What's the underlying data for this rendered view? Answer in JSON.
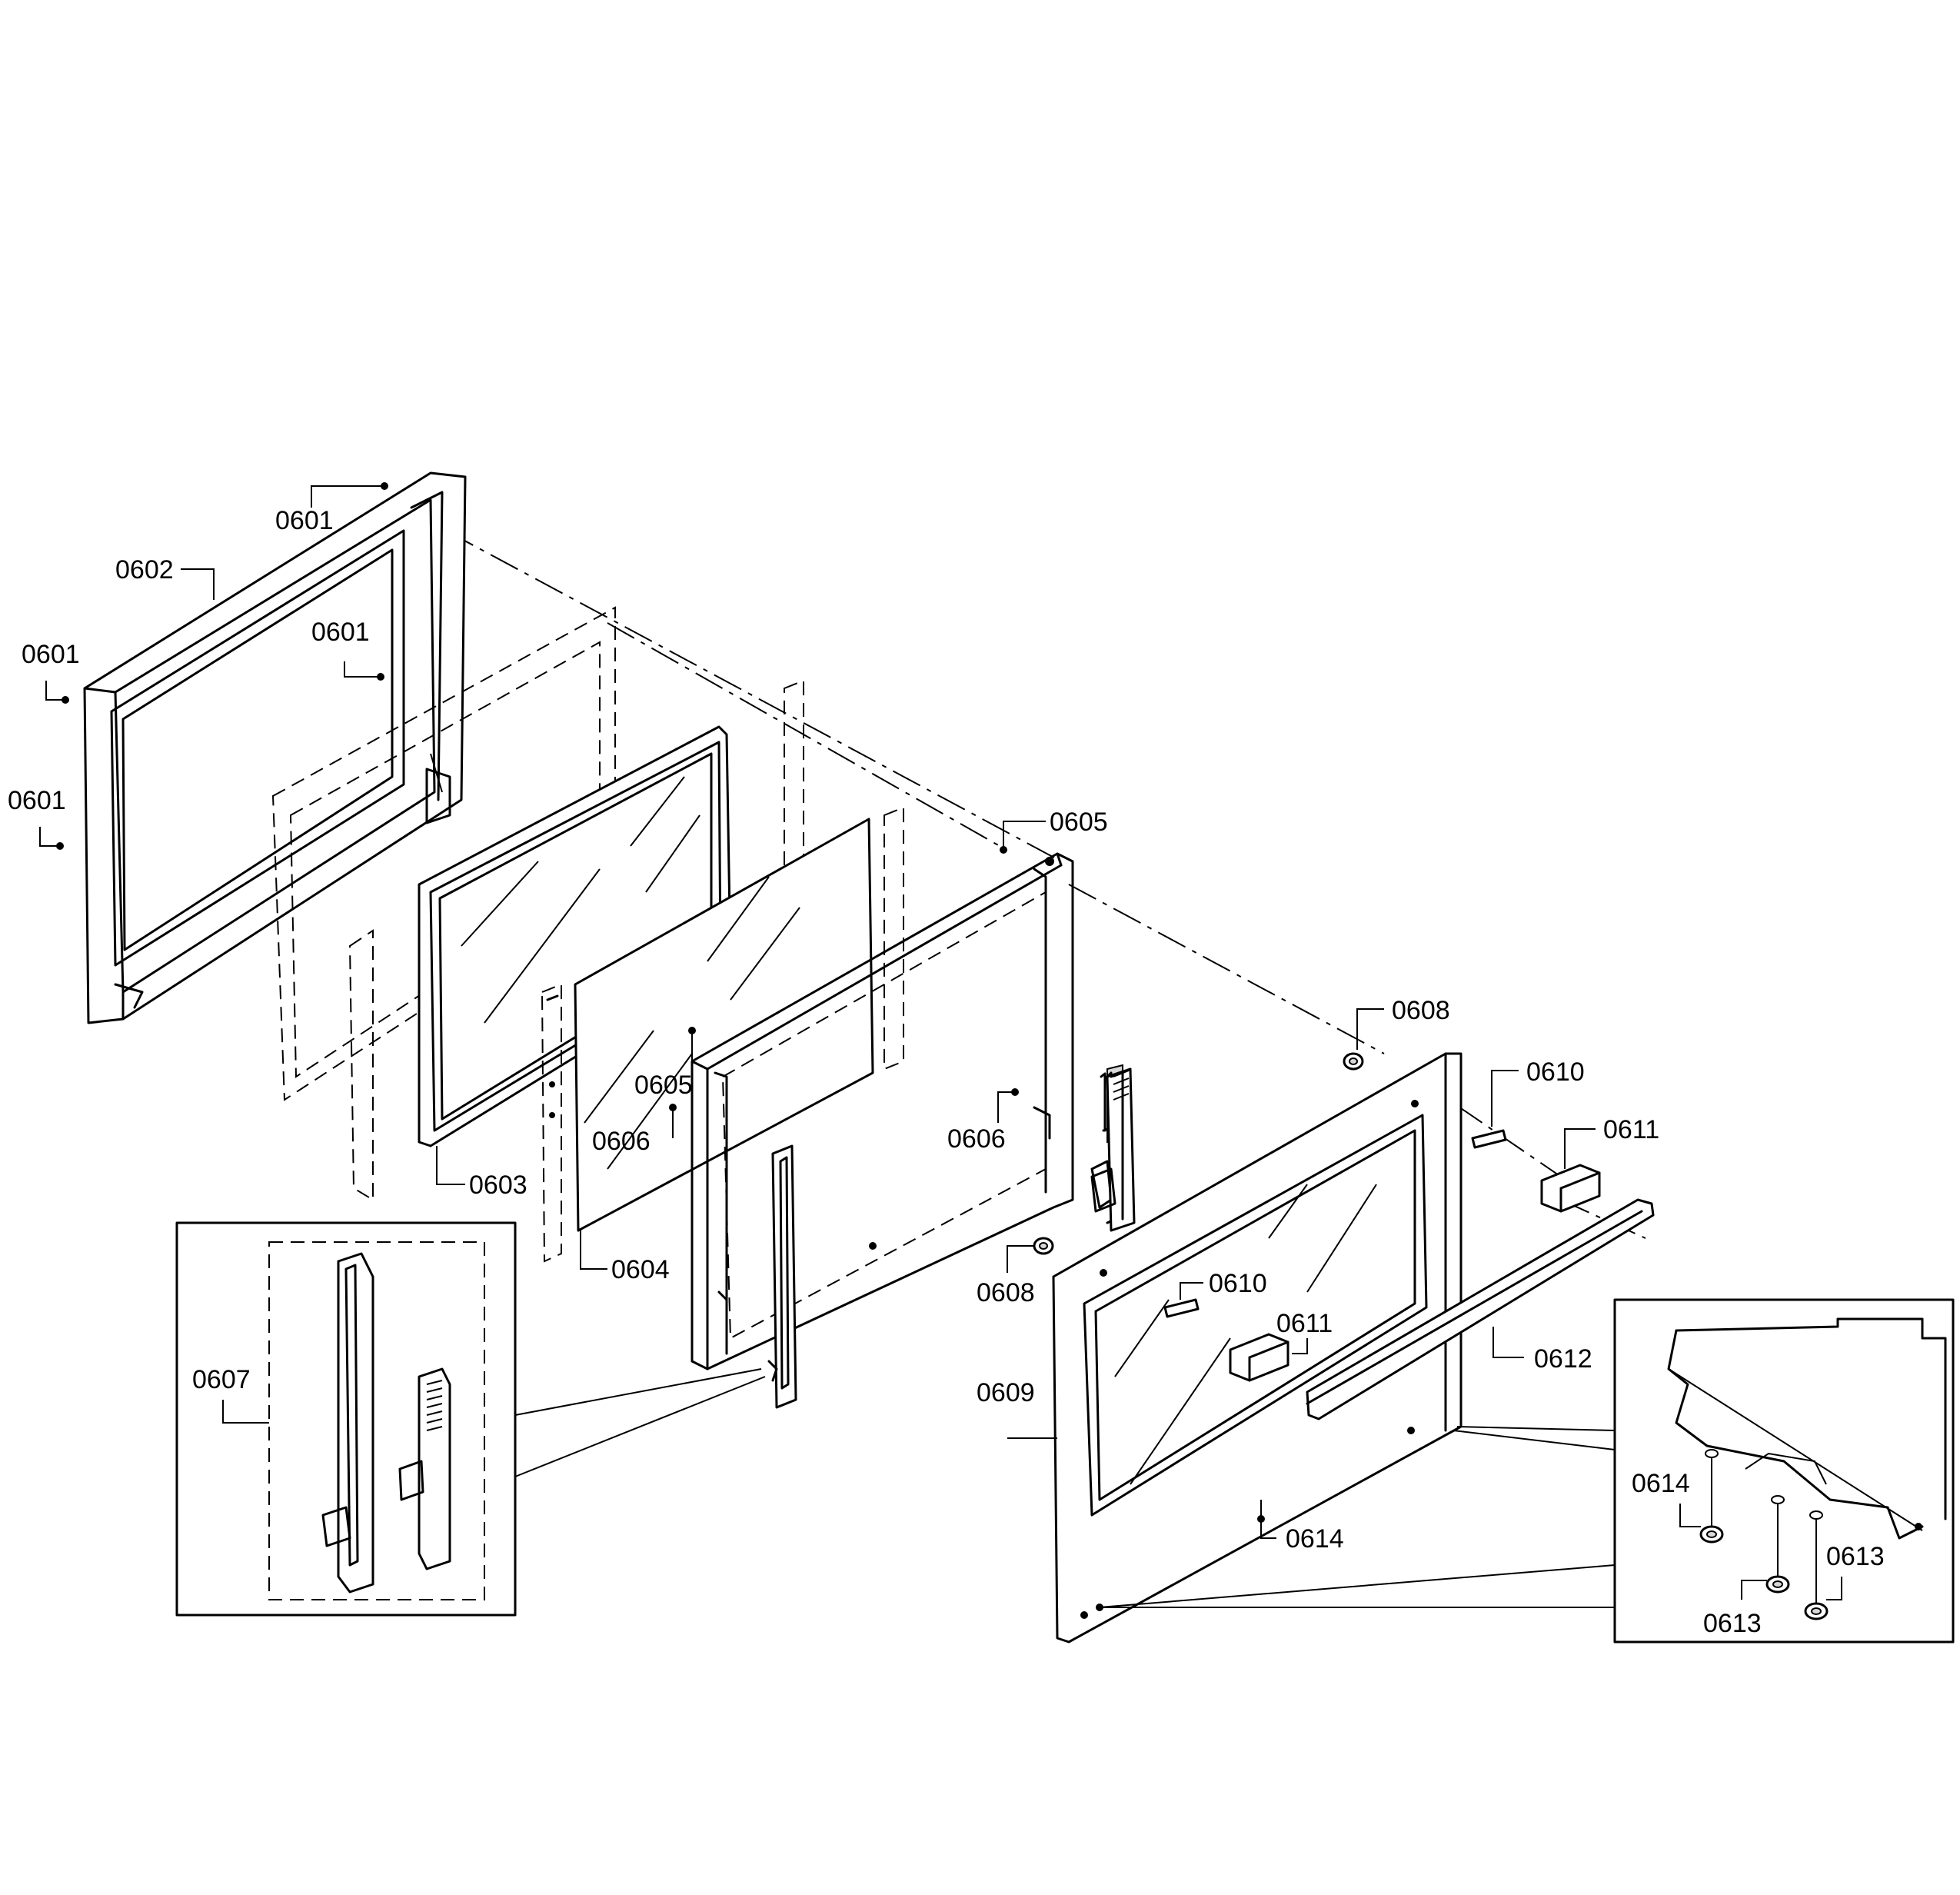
{
  "diagram": {
    "labels": {
      "l0601a": "0601",
      "l0601b": "0601",
      "l0601c": "0601",
      "l0601d": "0601",
      "l0602": "0602",
      "l0603": "0603",
      "l0604": "0604",
      "l0605a": "0605",
      "l0605b": "0605",
      "l0606a": "0606",
      "l0606b": "0606",
      "l0607": "0607",
      "l0608a": "0608",
      "l0608b": "0608",
      "l0609": "0609",
      "l0610a": "0610",
      "l0610b": "0610",
      "l0611a": "0611",
      "l0611b": "0611",
      "l0612": "0612",
      "l0613a": "0613",
      "l0613b": "0613",
      "l0614a": "0614",
      "l0614b": "0614"
    }
  }
}
